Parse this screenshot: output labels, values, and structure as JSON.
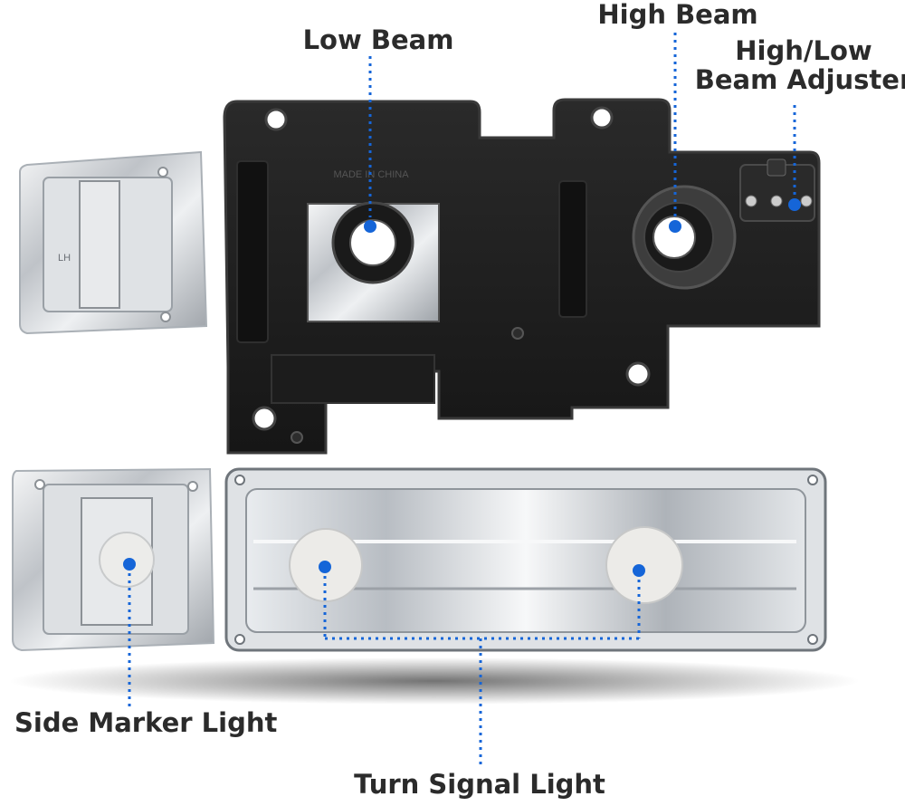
{
  "labels": {
    "low_beam": "Low Beam",
    "high_beam": "High Beam",
    "adjuster_line1": "High/Low",
    "adjuster_line2": "Beam Adjuster",
    "side_marker": "Side Marker Light",
    "turn_signal": "Turn Signal Light"
  },
  "part_markings": {
    "housing_top": "MADE IN CHINA",
    "corner_top": "LH"
  },
  "colors": {
    "pointer": "#1565d8",
    "housing": "#1f1f1f",
    "housing_edge": "#3a3a3a",
    "chrome": "#cfd2d6",
    "text": "#2b2b2b"
  }
}
